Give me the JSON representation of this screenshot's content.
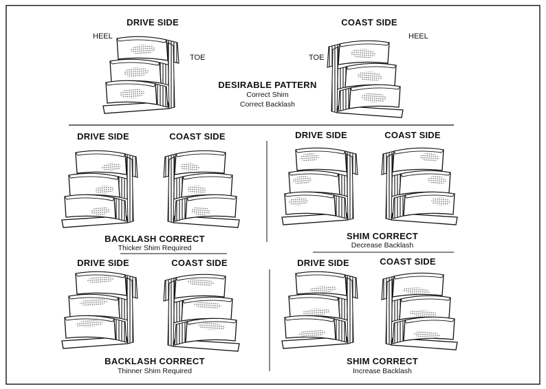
{
  "top": {
    "drive_label": "DRIVE SIDE",
    "coast_label": "COAST SIDE",
    "heel_left": "HEEL",
    "toe_left": "TOE",
    "toe_right": "TOE",
    "heel_right": "HEEL",
    "title": "DESIRABLE PATTERN",
    "line1": "Correct Shim",
    "line2": "Correct Backlash"
  },
  "panels": [
    {
      "drive_label": "DRIVE SIDE",
      "coast_label": "COAST SIDE",
      "caption": "BACKLASH CORRECT",
      "subcaption": "Thicker Shim Required"
    },
    {
      "drive_label": "DRIVE SIDE",
      "coast_label": "COAST SIDE",
      "caption": "SHIM CORRECT",
      "subcaption": "Decrease Backlash"
    },
    {
      "drive_label": "DRIVE SIDE",
      "coast_label": "COAST SIDE",
      "caption": "BACKLASH CORRECT",
      "subcaption": "Thinner Shim Required"
    },
    {
      "drive_label": "DRIVE SIDE",
      "coast_label": "COAST SIDE",
      "caption": "SHIM CORRECT",
      "subcaption": "Increase Backlash"
    }
  ]
}
